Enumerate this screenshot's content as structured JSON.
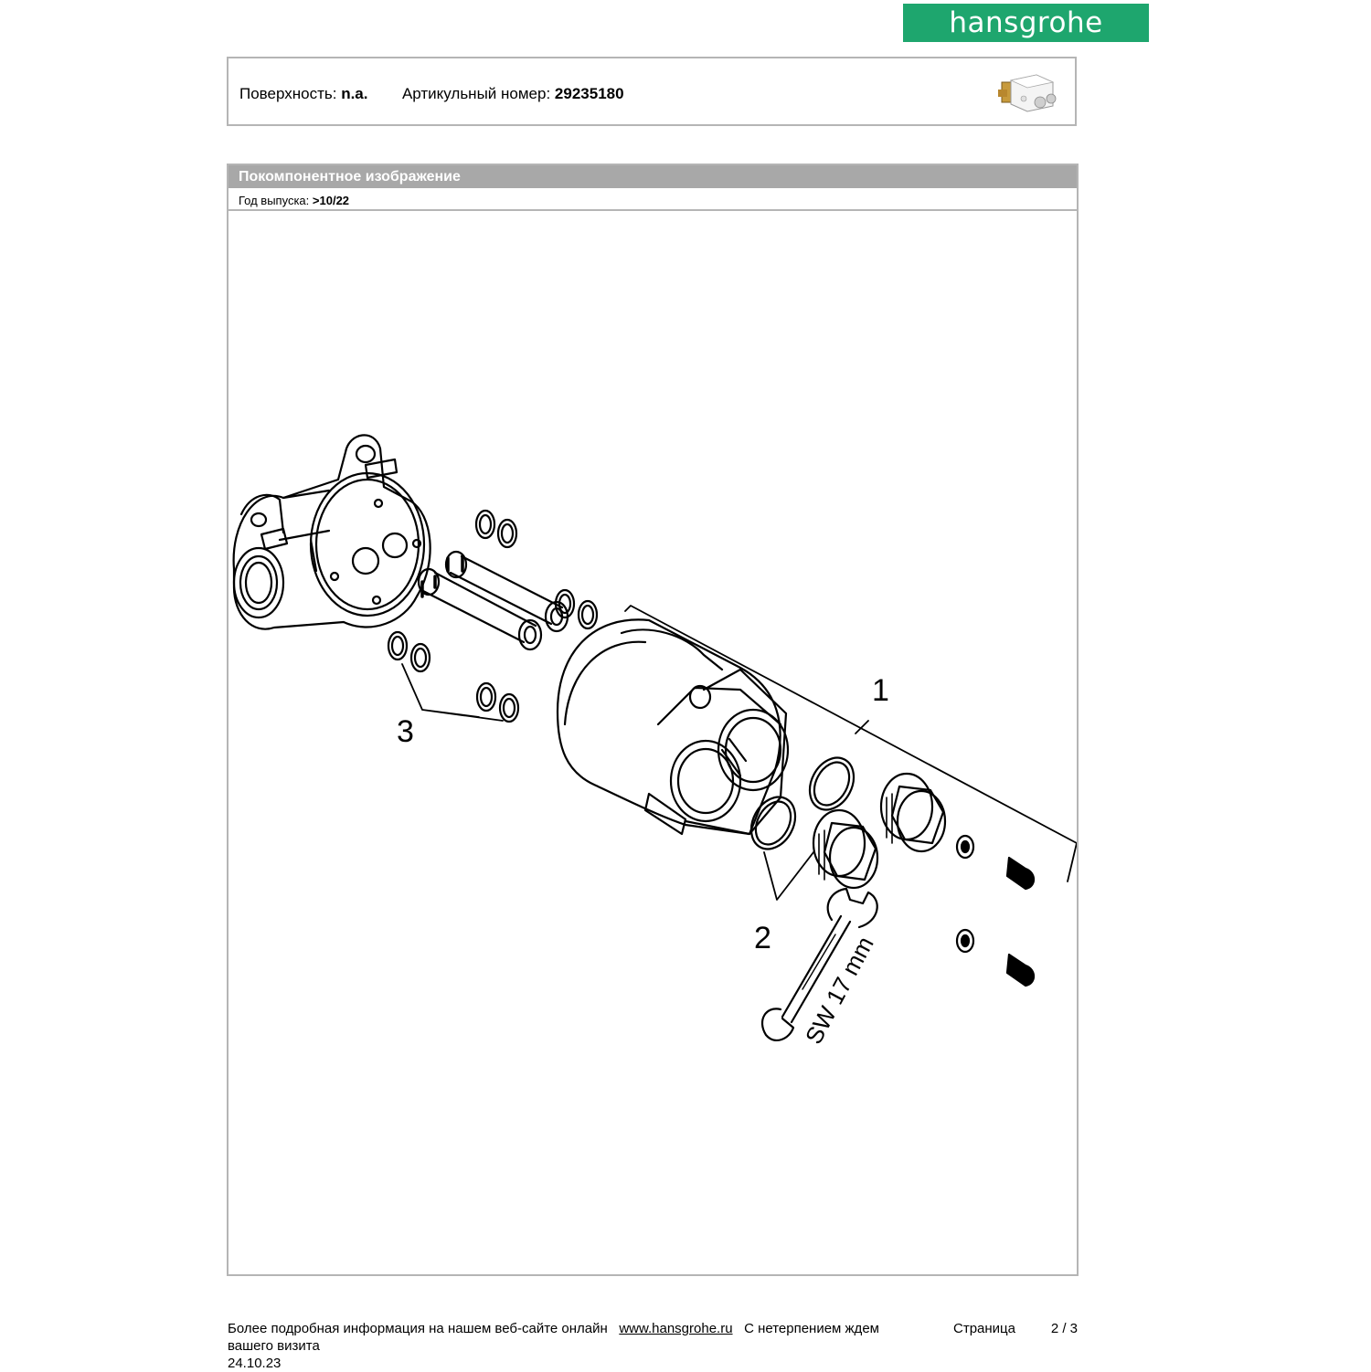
{
  "brand": {
    "name": "hansgrohe",
    "color": "#1ea66e"
  },
  "info": {
    "surface_label": "Поверхность:",
    "surface_value": "n.a.",
    "article_label": "Артикульный номер:",
    "article_value": "29235180"
  },
  "section": {
    "title": "Покомпонентное изображение",
    "year_label": "Год выпуска:",
    "year_value": ">10/22"
  },
  "diagram": {
    "labels": {
      "part1": "1",
      "part2": "2",
      "part3": "3",
      "wrench": "SW 17 mm"
    }
  },
  "footer": {
    "text": "Более подробная информация на нашем веб-сайте онлайн",
    "link": "www.hansgrohe.ru",
    "text2": "С нетерпением ждем",
    "text3": "вашего визита",
    "page_label": "Страница",
    "page_num": "2 / 3",
    "date": "24.10.23"
  }
}
